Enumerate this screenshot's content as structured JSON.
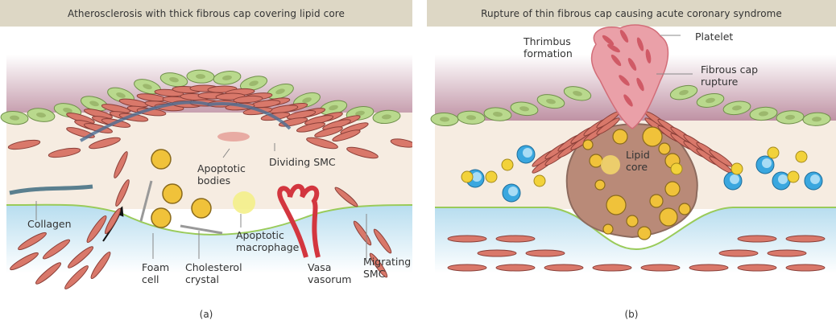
{
  "panels": {
    "a": {
      "title": "Atherosclerosis with thick fibrous cap covering lipid core",
      "caption": "(a)",
      "labels": {
        "apoptotic_bodies": "Apoptotic\nbodies",
        "dividing_smc": "Dividing SMC",
        "collagen": "Collagen",
        "apoptotic_macrophage": "Apoptotic\nmacrophage",
        "foam_cell": "Foam\ncell",
        "cholesterol_crystal": "Cholesterol\ncrystal",
        "vasa_vasorum": "Vasa\nvasorum",
        "migrating_smc": "Migrating\nSMC"
      }
    },
    "b": {
      "title": "Rupture of thin fibrous cap causing acute coronary syndrome",
      "caption": "(b)",
      "labels": {
        "thrombus_formation": "Thrimbus\nformation",
        "platelet": "Platelet",
        "fibrous_cap_rupture": "Fibrous cap\nrupture",
        "lipid_core": "Lipid\ncore"
      }
    }
  },
  "colors": {
    "header_bg": "#ddd7c5",
    "lumen_top": "#ffffff",
    "lumen_bottom": "#b9879b",
    "intima": "#f6ece1",
    "media": "#b7ddef",
    "endothelium": "#b9d98d",
    "smc": "#d9786a",
    "foam_cell": "#f0c23a",
    "lipid_core": "#b98a78",
    "blue_cell": "#3aa7df",
    "thrombus": "#e6909a",
    "vessel": "#d3363f",
    "boundary_line": "#9acb5a"
  }
}
